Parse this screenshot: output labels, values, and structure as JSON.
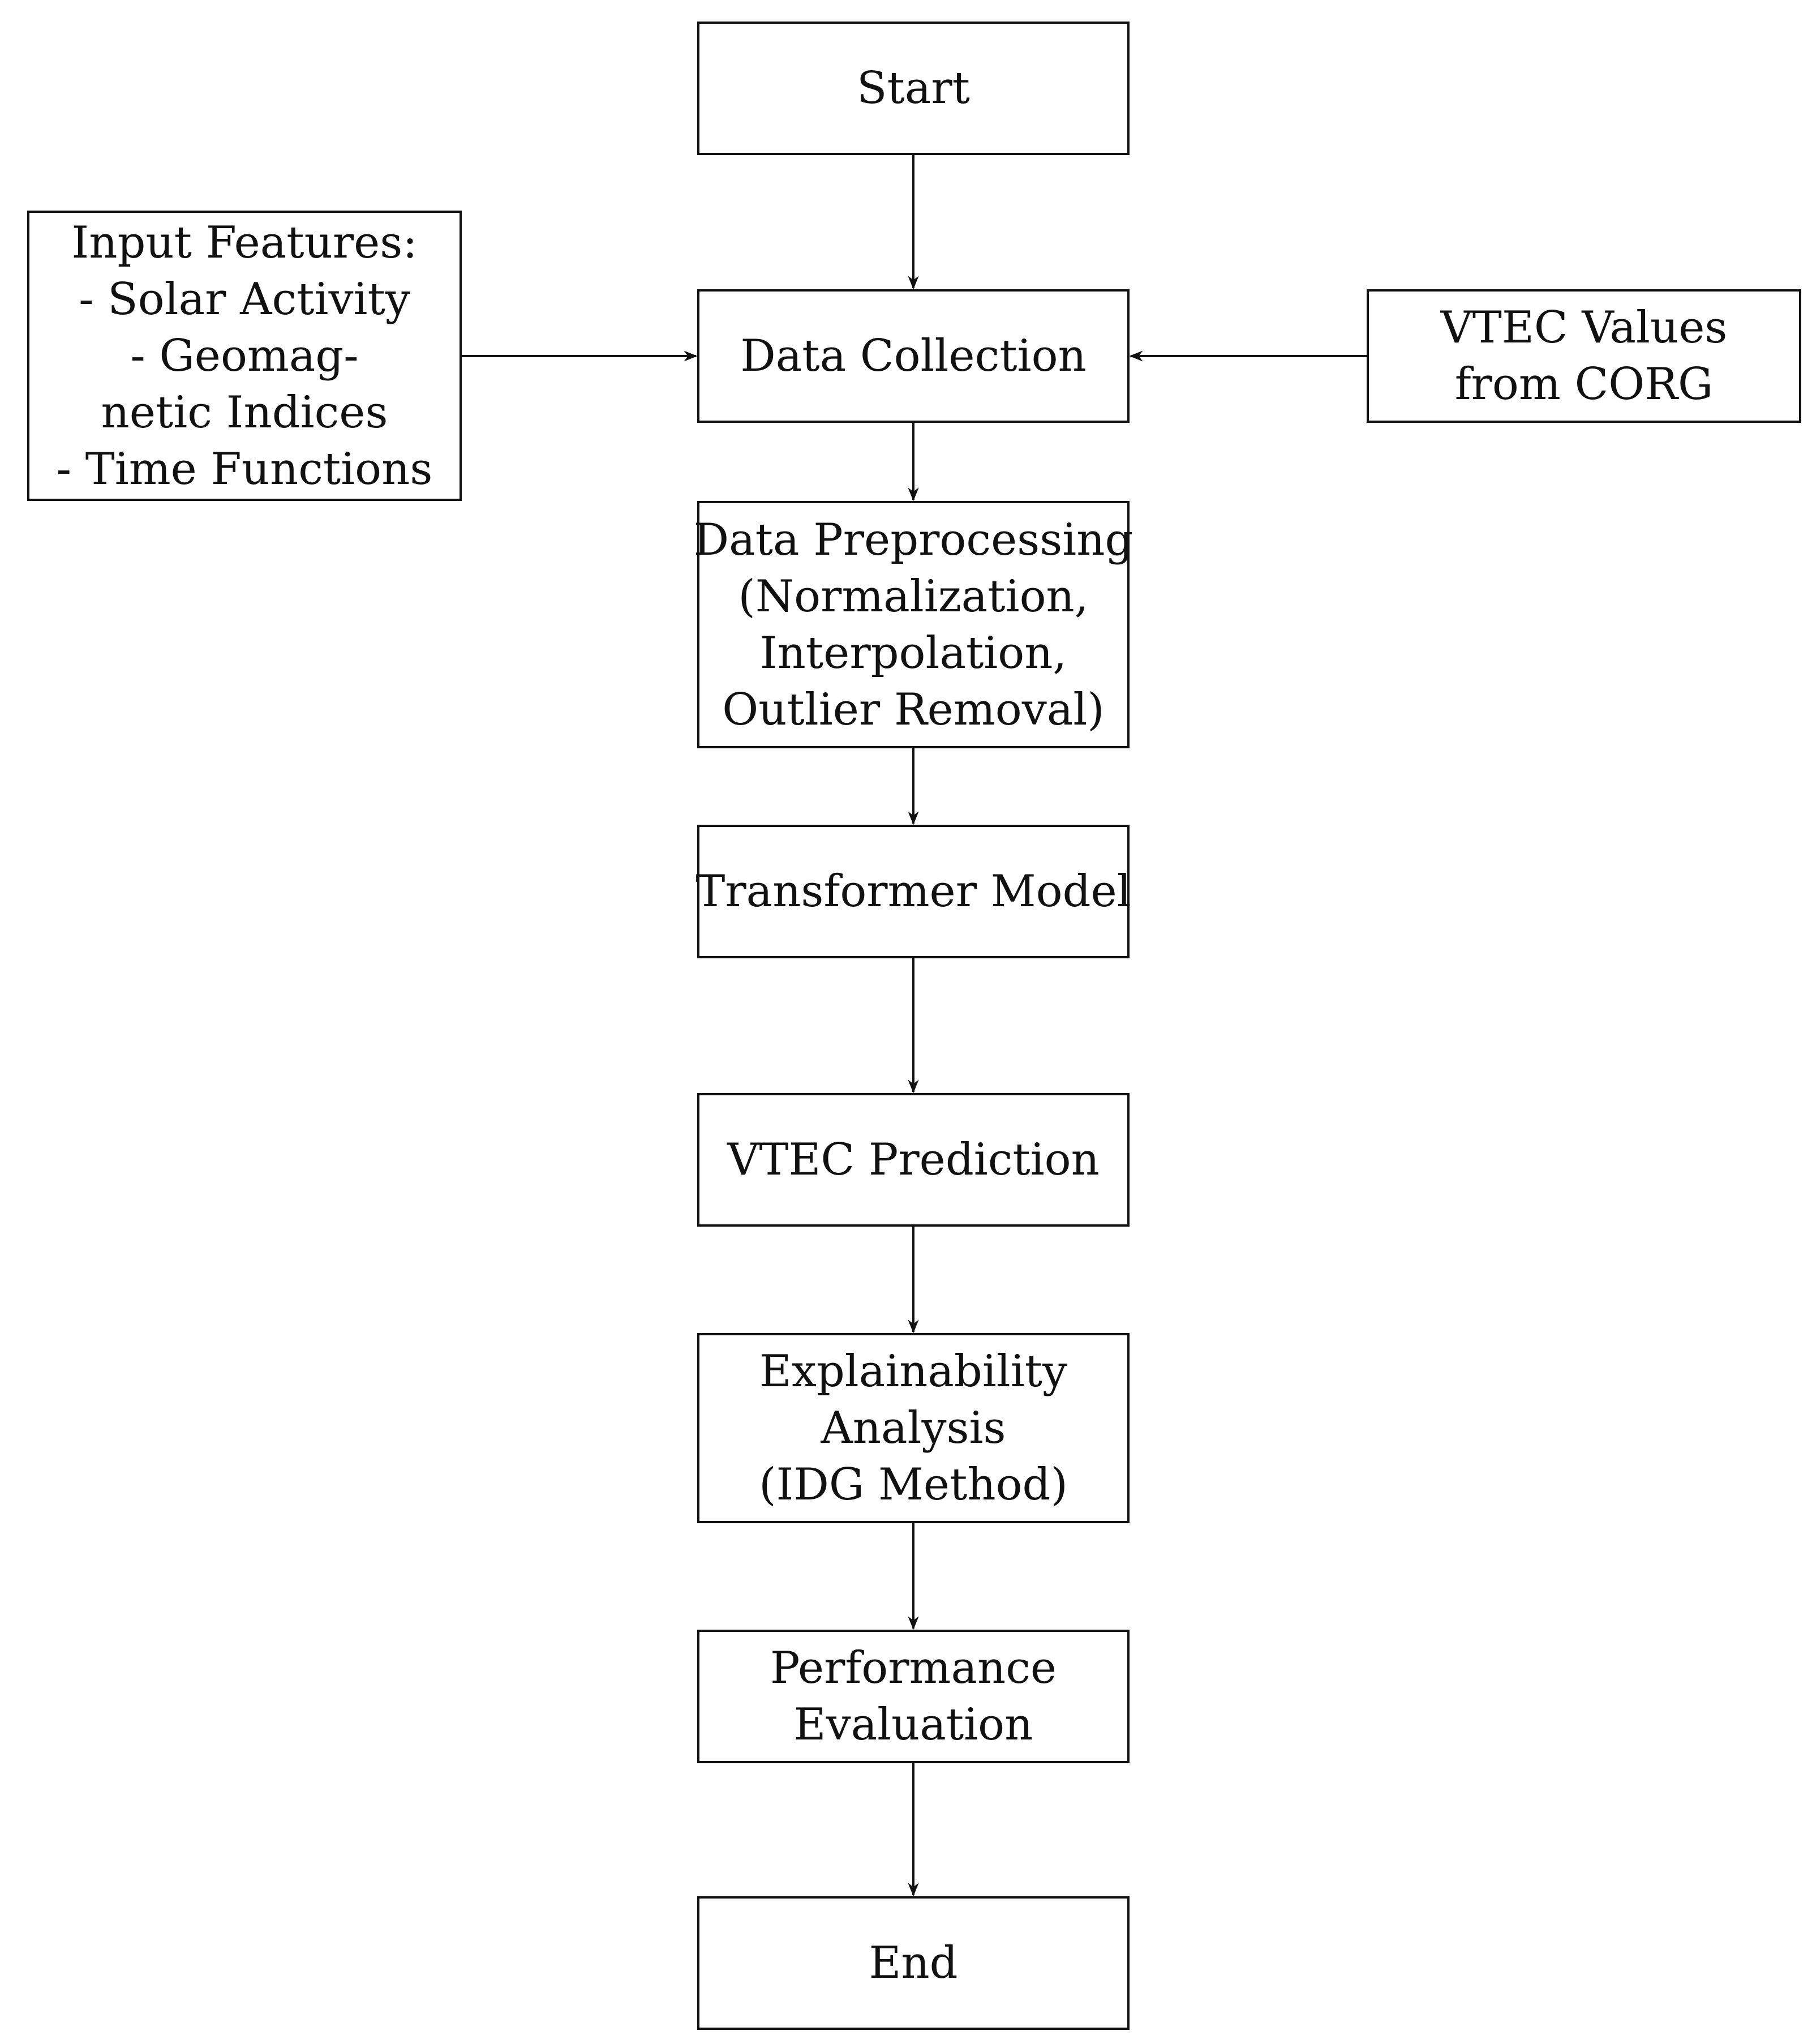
{
  "diagram": {
    "nodes": {
      "start": {
        "lines": [
          "Start"
        ]
      },
      "data_collection": {
        "lines": [
          "Data Collection"
        ]
      },
      "input_features": {
        "lines": [
          "Input Features:",
          "- Solar Activity",
          "- Geomag-",
          "netic Indices",
          "- Time Functions"
        ]
      },
      "vtec_values": {
        "lines": [
          "VTEC Values",
          "from CORG"
        ]
      },
      "data_preprocessing": {
        "lines": [
          "Data Preprocessing",
          "(Normalization,",
          "Interpolation,",
          "Outlier Removal)"
        ]
      },
      "transformer_model": {
        "lines": [
          "Transformer Model"
        ]
      },
      "vtec_prediction": {
        "lines": [
          "VTEC Prediction"
        ]
      },
      "explainability": {
        "lines": [
          "Explainability",
          "Analysis",
          "(IDG Method)"
        ]
      },
      "performance": {
        "lines": [
          "Performance",
          "Evaluation"
        ]
      },
      "end": {
        "lines": [
          "End"
        ]
      }
    },
    "edges": [
      {
        "from": "start",
        "to": "data_collection"
      },
      {
        "from": "input_features",
        "to": "data_collection"
      },
      {
        "from": "vtec_values",
        "to": "data_collection"
      },
      {
        "from": "data_collection",
        "to": "data_preprocessing"
      },
      {
        "from": "data_preprocessing",
        "to": "transformer_model"
      },
      {
        "from": "transformer_model",
        "to": "vtec_prediction"
      },
      {
        "from": "vtec_prediction",
        "to": "explainability"
      },
      {
        "from": "explainability",
        "to": "performance"
      },
      {
        "from": "performance",
        "to": "end"
      }
    ],
    "colors": {
      "stroke": "#111111",
      "fill": "#ffffff",
      "text": "#111111"
    }
  }
}
